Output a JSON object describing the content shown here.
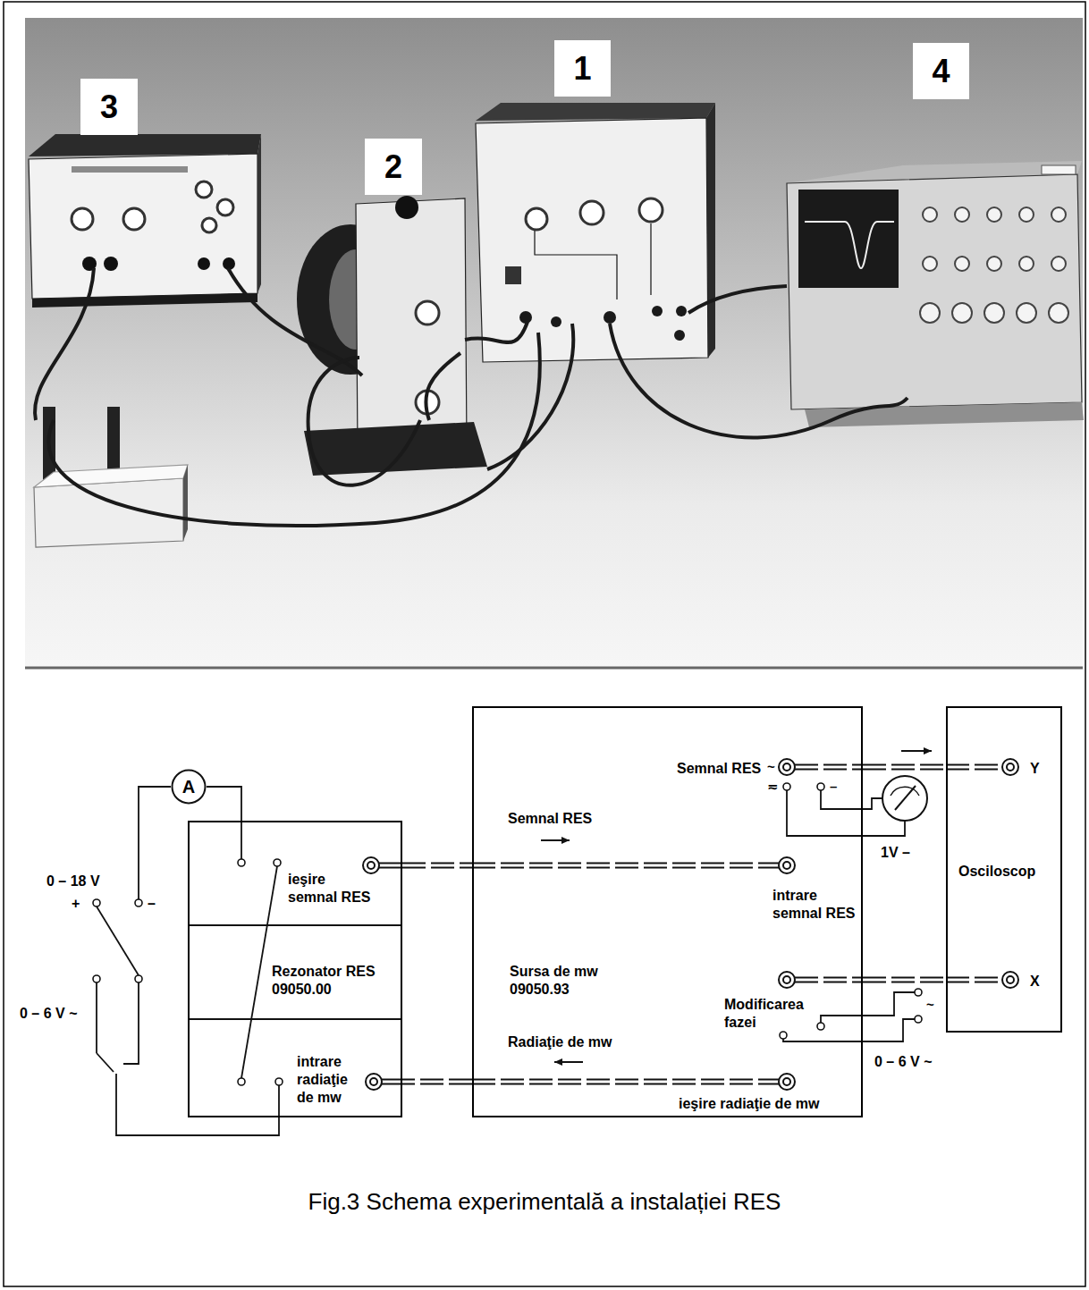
{
  "diagram": {
    "caption": "Fig.3 Schema experimentală a instalației RES",
    "nodes": [
      {
        "text": [
          "1"
        ]
      },
      {
        "text": [
          "4"
        ]
      },
      {
        "text": [
          "3"
        ]
      },
      {
        "text": [
          "2"
        ]
      },
      {
        "text": [
          "A"
        ]
      },
      {
        "text": [
          "ieşire semnal RES",
          "Rezonator RES 09050.00",
          "intrare radiaţie de mw"
        ]
      },
      {
        "text": [
          "Semnal RES",
          "intrare semnal RES",
          "Sursa de mw 09050.93",
          "Modificarea fazei",
          "ieşire radiaţie de mw"
        ]
      },
      {
        "text": [
          "Y",
          "Osciloscop",
          "X"
        ]
      }
    ],
    "edges": [
      {
        "from": 5,
        "to": 6,
        "arrow": "none",
        "label": "Semnal RES"
      },
      {
        "from": 6,
        "to": 5,
        "arrow": "none",
        "label": "Radiaţie de mw"
      },
      {
        "from": 6,
        "to": 7,
        "arrow": "none"
      },
      {
        "from": 6,
        "to": 7,
        "arrow": "none"
      },
      {
        "from": 4,
        "to": 5,
        "arrow": "none"
      }
    ],
    "labels": [
      "0 – 18 V",
      "+",
      "–",
      "0 – 6 V ~",
      "~",
      "≂",
      "–",
      "1V –",
      "~",
      "0 – 6 V ~"
    ]
  }
}
